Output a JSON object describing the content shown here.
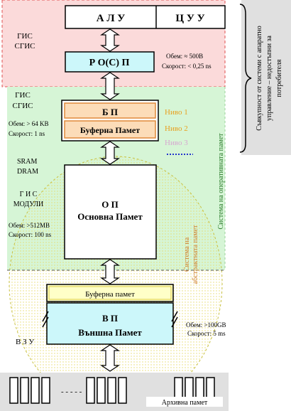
{
  "alu": "А Л У",
  "cuu": "Ц У У",
  "zone1": {
    "line1": "ГИС",
    "line2": "СГИС"
  },
  "rosp": "Р О(С) П",
  "rosp_specs": {
    "line1": "Обем: ≈ 500B",
    "line2": "Скорост: < 0,25 ns"
  },
  "zone2": {
    "line1": "ГИС",
    "line2": "СГИС",
    "vol": "Обем: > 64 KB",
    "speed": "Скорост: 1 ns"
  },
  "bp": {
    "title": "Б П",
    "subtitle": "Буферна Памет"
  },
  "levels": [
    "Ниво 1",
    "Ниво 2",
    "Ниво 3"
  ],
  "op_left": {
    "line1": "SRAM",
    "line2": "DRAM",
    "line3": "Г И С",
    "line4": "МОДУЛИ",
    "vol": "Обем: >512MB",
    "speed": "Скорост: 100 ns"
  },
  "op": {
    "title": "О П",
    "subtitle": "Основна Памет"
  },
  "vp_buffer": "Буферна  памет",
  "vp": {
    "title": "В П",
    "subtitle": "Външна Памет"
  },
  "vp_specs": {
    "line1": "Обем: >100GB",
    "line2": "Скорост: 5 ms"
  },
  "vzu": "В З У",
  "archive": "Архивна  памет",
  "dashes": "- - - - -",
  "side_labels": {
    "hardware": [
      "Съвкупност от системи с апаратно",
      "управление – недостъпни за",
      "потребителя"
    ],
    "os": "Система на оперативната памет",
    "abstract": [
      "Система на",
      "абстрактната памет"
    ]
  },
  "colors": {
    "pink_zone": "#fbdada",
    "green_zone": "#d6f5d6",
    "gray_zone": "#e0e0e0",
    "cyan_box": "#ccf7fa",
    "bp_fill": "#fcdcb8",
    "bp_border": "#e08a3a",
    "level_text": "#e8a020",
    "level3_text": "#d7a8d0",
    "dots": "#2233cc",
    "yellow_box": "#ffffc8",
    "yellow_border": "#d8c840",
    "sphere_stroke": "#c8c040",
    "red_dash": "#e05050",
    "side_text_green": "#2a7a2a",
    "side_text_orange": "#d08030"
  }
}
